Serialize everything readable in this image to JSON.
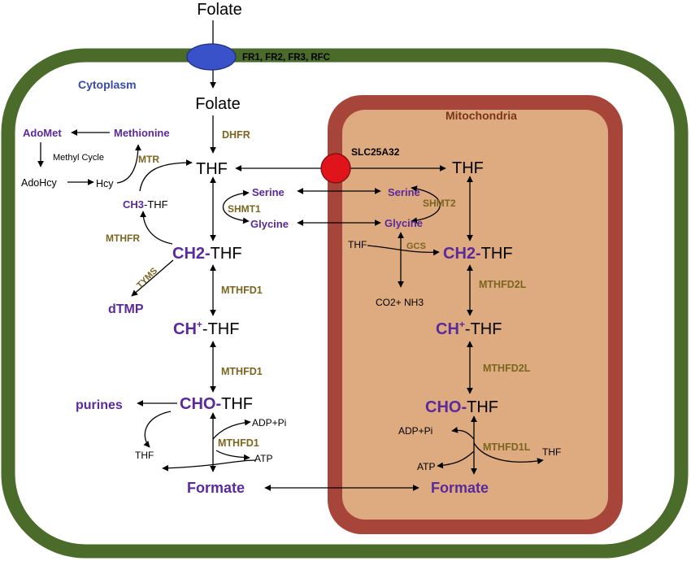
{
  "colors": {
    "cell_border": "#4a6b2a",
    "mito_border": "#a8453a",
    "mito_fill": "#deaa7f",
    "transporter_blue": "#3a52c9",
    "transporter_red": "#e0151c",
    "purple_text": "#5a2a9a",
    "enzyme_text": "#7a6520"
  },
  "labels": {
    "folate_outside": "Folate",
    "transporter_fr": "FR1, FR2, FR3, RFC",
    "cytoplasm": "Cytoplasm",
    "folate_inside": "Folate",
    "dhfr": "DHFR",
    "mitochondria": "Mitochondria",
    "slc": "SLC25A32",
    "thf_cyto": "THF",
    "thf_mito": "THF",
    "adomet": "AdoMet",
    "methionine": "Methionine",
    "methyl_cycle": "Methyl Cycle",
    "mtr": "MTR",
    "adohcy": "AdoHcy",
    "hcy": "Hcy",
    "ch3_prefix": "CH3",
    "ch3_suffix": "-THF",
    "serine_cyto": "Serine",
    "shmt1": "SHMT1",
    "glycine_cyto": "Glycine",
    "serine_mito": "Serine",
    "shmt2": "SHMT2",
    "glycine_mito": "Glycine",
    "mthfr": "MTHFR",
    "ch2_prefix_cyto": "CH2-",
    "ch2_suffix_cyto": "THF",
    "tyms": "TYMS",
    "dtmp": "dTMP",
    "mthfd1_a": "MTHFD1",
    "chplus_prefix_cyto": "CH",
    "chplus_sup_cyto": "+",
    "chplus_suffix_cyto": "-THF",
    "mthfd1_b": "MTHFD1",
    "purines": "purines",
    "cho_prefix_cyto": "CHO-",
    "cho_suffix_cyto": "THF",
    "adp_pi_cyto": "ADP+Pi",
    "mthfd1_c": "MTHFD1",
    "atp_cyto": "ATP",
    "thf_small_cyto": "THF",
    "formate_cyto": "Formate",
    "thf_gcs": "THF",
    "gcs": "GCS",
    "ch2_prefix_mito": "CH2-",
    "ch2_suffix_mito": "THF",
    "co2_nh3": "CO2+ NH3",
    "mthfd2l_a": "MTHFD2L",
    "chplus_prefix_mito": "CH",
    "chplus_sup_mito": "+",
    "chplus_suffix_mito": "-THF",
    "mthfd2l_b": "MTHFD2L",
    "cho_prefix_mito": "CHO-",
    "cho_suffix_mito": "THF",
    "adp_pi_mito": "ADP+Pi",
    "mthfd1l": "MTHFD1L",
    "thf_small_mito": "THF",
    "atp_mito": "ATP",
    "formate_mito": "Formate"
  }
}
